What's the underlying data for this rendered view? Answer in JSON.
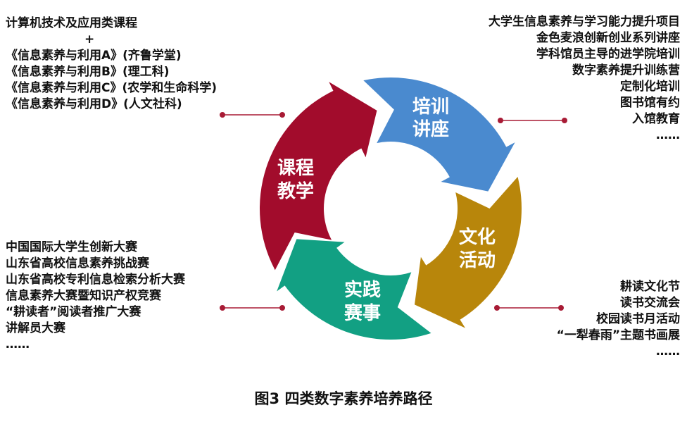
{
  "colors": {
    "course": "#A20C2C",
    "training": "#4A8ACF",
    "culture": "#B8860B",
    "practice": "#12A083",
    "connector": "#A81B35"
  },
  "course_block": {
    "lines": [
      "计算机技术及应用类课程",
      "+",
      "《信息素养与利用A》(齐鲁学堂)",
      "《信息素养与利用B》(理工科)",
      "《信息素养与利用C》(农学和生命科学)",
      "《信息素养与利用D》(人文社科)"
    ]
  },
  "training_block": {
    "lines": [
      "大学生信息素养与学习能力提升项目",
      "金色麦浪创新创业系列讲座",
      "学科馆员主导的进学院培训",
      "数字素养提升训练营",
      "定制化培训",
      "图书馆有约",
      "入馆教育",
      "……"
    ]
  },
  "practice_block": {
    "lines": [
      "中国国际大学生创新大赛",
      "山东省高校信息素养挑战赛",
      "山东省高校专利信息检索分析大赛",
      "信息素养大赛暨知识产权竞赛",
      "“耕读者”阅读者推广大赛",
      "讲解员大赛",
      "……"
    ]
  },
  "culture_block": {
    "lines": [
      "耕读文化节",
      "读书交流会",
      "校园读书月活动",
      "“一犁春雨”主题书画展",
      "……"
    ]
  },
  "segments": {
    "course": {
      "line1": "课程",
      "line2": "教学"
    },
    "training": {
      "line1": "培训",
      "line2": "讲座"
    },
    "culture": {
      "line1": "文化",
      "line2": "活动"
    },
    "practice": {
      "line1": "实践",
      "line2": "赛事"
    }
  },
  "caption": "图3 四类数字素养培养路径"
}
